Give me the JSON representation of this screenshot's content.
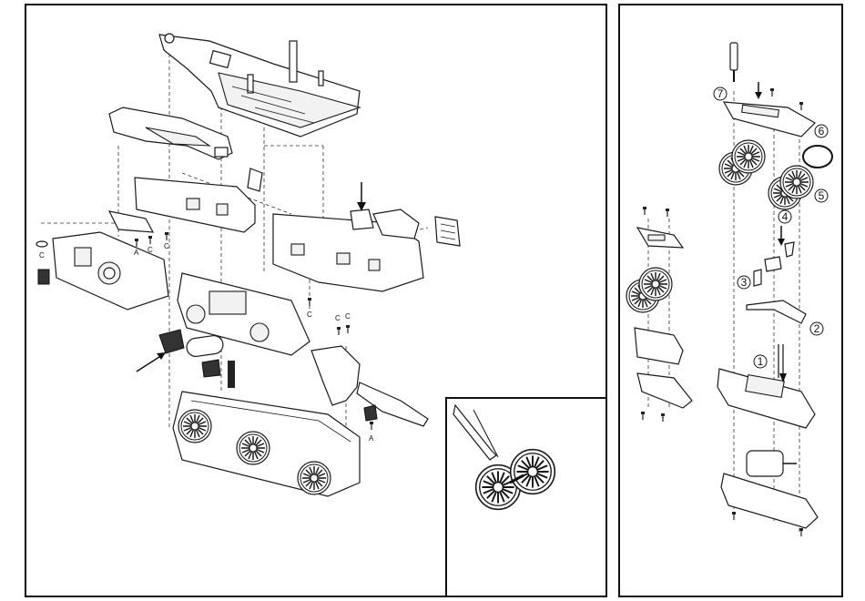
{
  "left_panel": {
    "part_labels": [
      "C",
      "A",
      "C",
      "C",
      "C",
      "C",
      "C",
      "A"
    ]
  },
  "right_panel": {
    "step_numbers": [
      "7",
      "6",
      "5",
      "4",
      "3",
      "2",
      "1"
    ]
  }
}
